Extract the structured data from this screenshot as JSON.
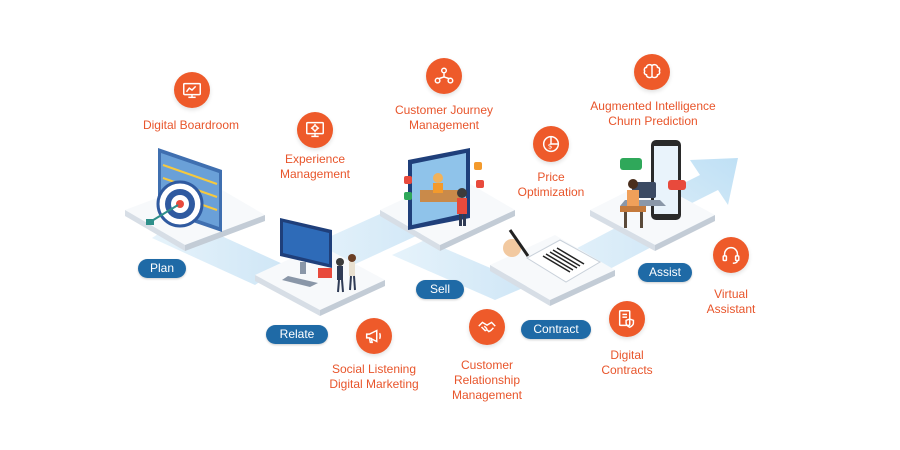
{
  "stages": {
    "plan": "Plan",
    "relate": "Relate",
    "sell": "Sell",
    "contract": "Contract",
    "assist": "Assist"
  },
  "capabilities": {
    "digital_boardroom": [
      "Digital Boardroom"
    ],
    "experience_management": [
      "Experience",
      "Management"
    ],
    "customer_journey_management": [
      "Customer Journey",
      "Management"
    ],
    "price_optimization": [
      "Price",
      "Optimization"
    ],
    "augmented_intelligence": [
      "Augmented Intelligence",
      "Churn Prediction"
    ],
    "social_listening": [
      "Social Listening",
      "Digital Marketing"
    ],
    "customer_relationship_management": [
      "Customer",
      "Relationship",
      "Management"
    ],
    "digital_contracts": [
      "Digital",
      "Contracts"
    ],
    "virtual_assistant": [
      "Virtual",
      "Assistant"
    ]
  },
  "icons": {
    "digital_boardroom": "dashboard-monitor-icon",
    "experience_management": "monitor-gear-icon",
    "customer_journey_management": "people-network-icon",
    "price_optimization": "dollar-pie-chart-icon",
    "augmented_intelligence": "brain-icon",
    "social_listening": "megaphone-icon",
    "customer_relationship_management": "handshake-icon",
    "digital_contracts": "contract-shield-icon",
    "virtual_assistant": "headset-icon"
  },
  "colors": {
    "accent_orange": "#ee5a2a",
    "label_orange": "#e8552b",
    "pill_blue": "#1f6aa6",
    "path_light_blue": "#d6ebf8",
    "tile_white": "#f7f9fb"
  }
}
